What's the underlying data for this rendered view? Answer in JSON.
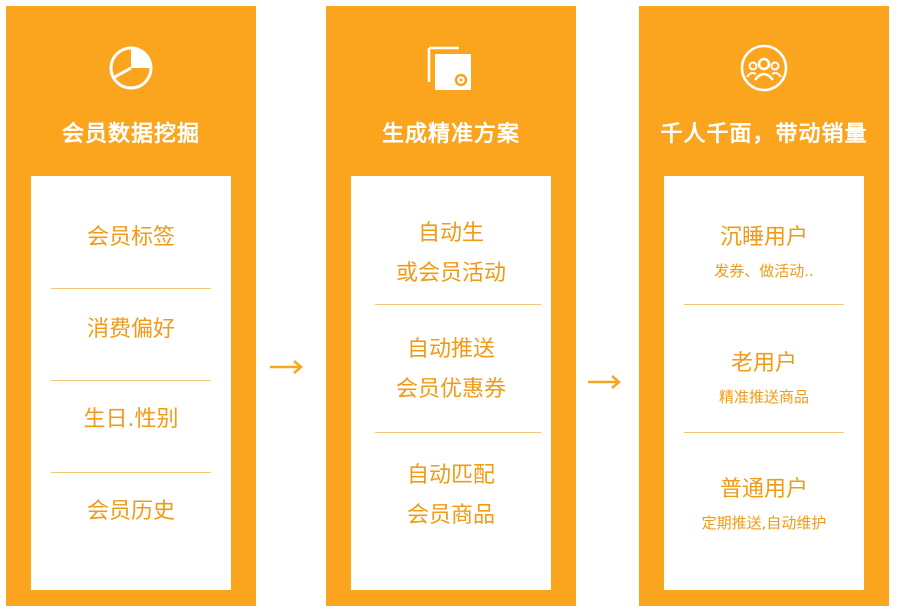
{
  "colors": {
    "accent": "#fba51f",
    "text": "#f29a16",
    "white": "#ffffff"
  },
  "columns": [
    {
      "title": "会员数据挖掘",
      "icon": "pie-chart-icon",
      "items": [
        {
          "main": [
            "会员标签"
          ]
        },
        {
          "main": [
            "消费偏好"
          ]
        },
        {
          "main": [
            "生日.性别"
          ]
        },
        {
          "main": [
            "会员历史"
          ]
        }
      ]
    },
    {
      "title": "生成精准方案",
      "icon": "document-gear-icon",
      "items": [
        {
          "main": [
            "自动生",
            "或会员活动"
          ]
        },
        {
          "main": [
            "自动推送",
            "会员优惠券"
          ]
        },
        {
          "main": [
            "自动匹配",
            "会员商品"
          ]
        }
      ]
    },
    {
      "title": "千人千面，带动销量",
      "icon": "users-group-icon",
      "items": [
        {
          "main": [
            "沉睡用户"
          ],
          "sub": "发券、做活动.."
        },
        {
          "main": [
            "老用户"
          ],
          "sub": "精准推送商品"
        },
        {
          "main": [
            "普通用户"
          ],
          "sub": "定期推送,自动维护"
        }
      ]
    }
  ]
}
